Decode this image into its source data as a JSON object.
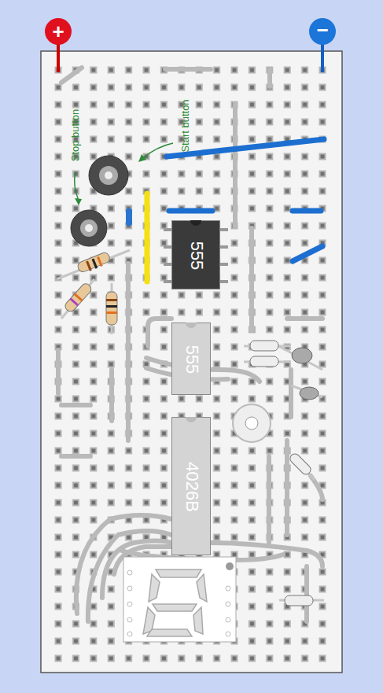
{
  "diagram": {
    "nodes": [
      {
        "text": [
          "555"
        ]
      },
      {
        "text": [
          "555"
        ]
      },
      {
        "text": [
          "4026B"
        ]
      }
    ],
    "labels": [
      "+",
      "−",
      "Stop button",
      "Start button"
    ]
  }
}
